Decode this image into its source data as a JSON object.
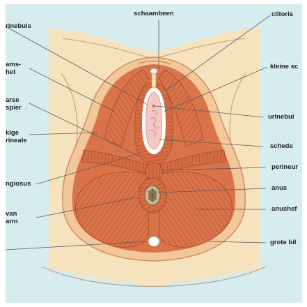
{
  "labels_top": {
    "schaambeen": "schaambeen",
    "clitoris": "clitoris"
  },
  "labels_left": {
    "urinebuis": "rinebuis",
    "ischio_1": "ams-",
    "ischio_2": "het",
    "dwarse_1": "arse",
    "dwarse_2": "spier",
    "diep_1": "kige",
    "diep_2": "rineale",
    "bulbo": "ngiosus",
    "sluit_1": "van",
    "sluit_2": "arm"
  },
  "labels_right": {
    "kleine": "kleine sc",
    "urinebuis": "urinebui",
    "schede": "schede",
    "perineum": "perineur",
    "anus": "anus",
    "anusheffer": "anushef",
    "grote_bil": "grote bil"
  },
  "colors": {
    "background_panel": "#d7ecef",
    "skin": "#f6e3bd",
    "muscle": "#d9734a",
    "muscle_dark": "#b5532e",
    "mucosa": "#f3c7c3",
    "label_line": "#5a5a5a"
  }
}
